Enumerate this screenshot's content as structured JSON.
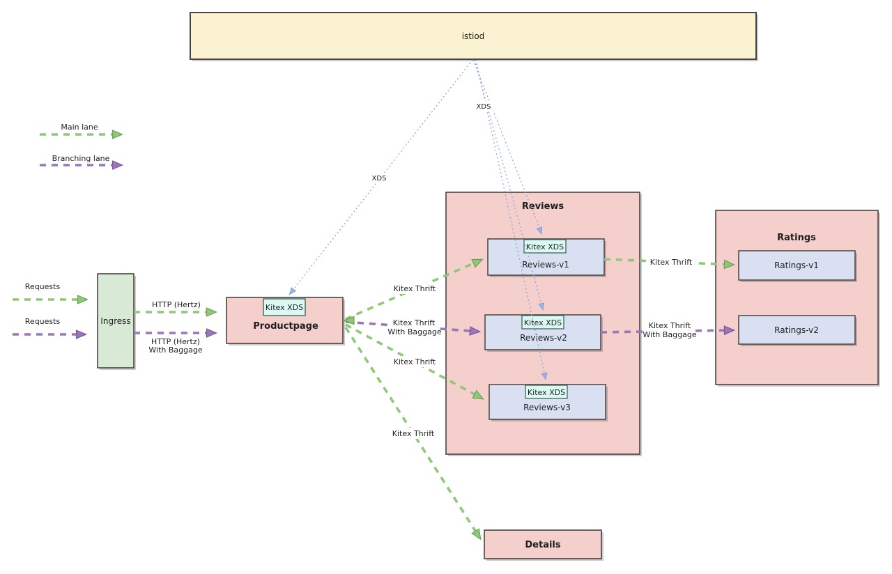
{
  "legend": {
    "main_lane": "Main lane",
    "branching_lane": "Branching lane"
  },
  "nodes": {
    "istiod": "istiod",
    "ingress": "Ingress",
    "productpage": "Productpage",
    "reviews_group": "Reviews",
    "reviews_v1": "Reviews-v1",
    "reviews_v2": "Reviews-v2",
    "reviews_v3": "Reviews-v3",
    "ratings_group": "Ratings",
    "ratings_v1": "Ratings-v1",
    "ratings_v2": "Ratings-v2",
    "details": "Details"
  },
  "badges": {
    "kitex_xds": "Kitex XDS"
  },
  "edge_labels": {
    "requests": "Requests",
    "http_hertz": "HTTP (Hertz)",
    "with_baggage": "With Baggage",
    "kitex_thrift": "Kitex Thrift",
    "xds": "XDS"
  },
  "colors": {
    "main_lane_green": "#8fc878",
    "branching_lane_purple": "#9b77b8",
    "xds_line_blue": "#8ba4dc",
    "container_pink": "#f4cfcc",
    "istiod_yellow": "#faf2d0",
    "ingress_green": "#d8e9d5",
    "service_box_blue": "#d9e0f2",
    "badge_cyan": "#dbf9f2",
    "border_dark": "#474342"
  }
}
